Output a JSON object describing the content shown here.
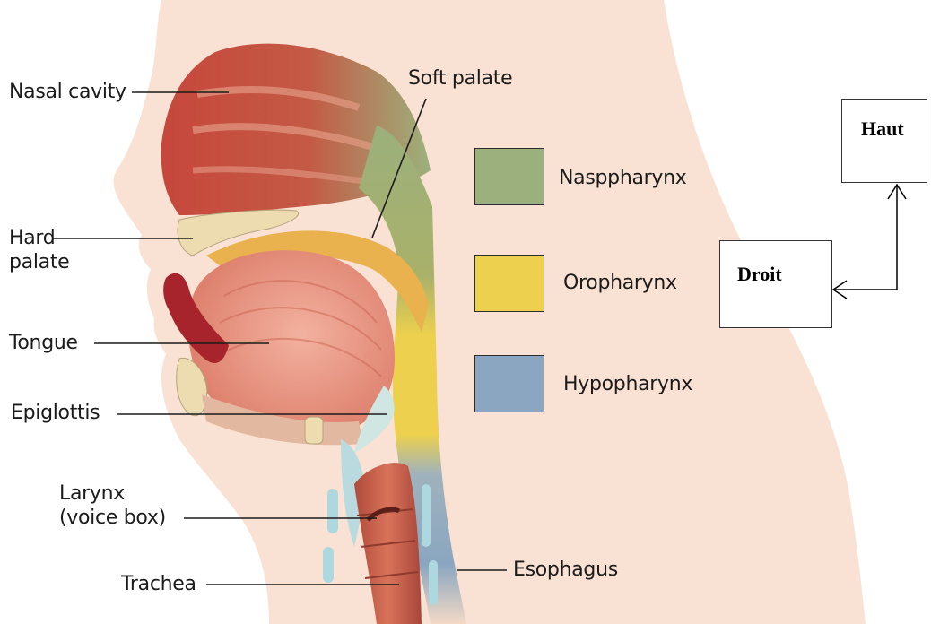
{
  "labels": {
    "nasal_cavity": "Nasal cavity",
    "soft_palate": "Soft palate",
    "hard_palate": "Hard\npalate",
    "tongue": "Tongue",
    "epiglottis": "Epiglottis",
    "larynx": "Larynx\n(voice box)",
    "trachea": "Trachea",
    "esophagus": "Esophagus"
  },
  "legend": [
    {
      "label": "Nasppharynx",
      "color": "#9bb07c"
    },
    {
      "label": "Oropharynx",
      "color": "#ecd04e"
    },
    {
      "label": "Hypopharynx",
      "color": "#8aa6c0"
    }
  ],
  "direction": {
    "up_label": "Haut",
    "right_label": "Droit"
  },
  "colors": {
    "skin": "#f9e2d3",
    "nasal": "#b84b3d",
    "tongue": "#eea08f",
    "airway_light": "#f6dfce",
    "cartilage": "#ecdcb0",
    "trachea": "#c8604a",
    "light_blue_cartilage": "#aed8df"
  }
}
